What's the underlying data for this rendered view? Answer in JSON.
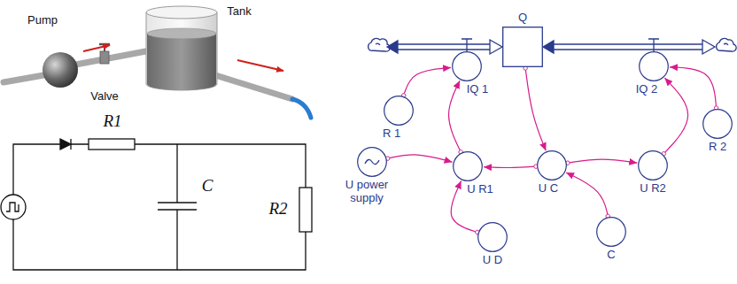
{
  "diagram": {
    "nodes": [
      {
        "text": [
          "Q"
        ]
      },
      {
        "text": [
          "IQ 1"
        ]
      },
      {
        "text": [
          "IQ 2"
        ]
      },
      {
        "text": [
          "R 1"
        ]
      },
      {
        "text": [
          "R 2"
        ]
      },
      {
        "text": [
          "U power supply"
        ]
      },
      {
        "text": [
          "U R1"
        ]
      },
      {
        "text": [
          "U C"
        ]
      },
      {
        "text": [
          "U R2"
        ]
      },
      {
        "text": [
          "U D"
        ]
      },
      {
        "text": [
          "C"
        ]
      }
    ],
    "edges": [
      {
        "from": 3,
        "to": 1,
        "arrow": "to"
      },
      {
        "from": 6,
        "to": 1,
        "arrow": "to"
      },
      {
        "from": 0,
        "to": 7,
        "arrow": "to"
      },
      {
        "from": 7,
        "to": 6,
        "arrow": "to"
      },
      {
        "from": 7,
        "to": 8,
        "arrow": "to"
      },
      {
        "from": 8,
        "to": 2,
        "arrow": "to"
      },
      {
        "from": 4,
        "to": 2,
        "arrow": "to"
      },
      {
        "from": 5,
        "to": 6,
        "arrow": "to"
      },
      {
        "from": 9,
        "to": 6,
        "arrow": "to"
      },
      {
        "from": 10,
        "to": 7,
        "arrow": "to"
      }
    ],
    "labels": [
      "Pump",
      "Valve",
      "Tank",
      "R1",
      "C",
      "R2"
    ]
  }
}
